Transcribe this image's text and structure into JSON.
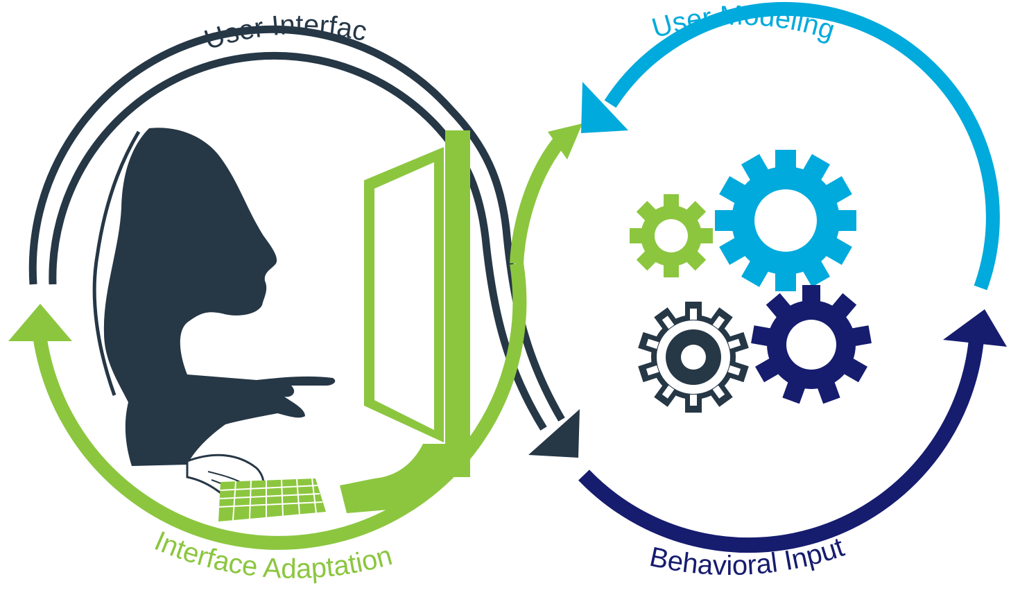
{
  "labels": {
    "user_interface": "User Interface",
    "user_modeling": "User Modeling",
    "interface_adaptation": "Interface Adaptation",
    "behavioral_input": "Behavioral Input"
  },
  "colors": {
    "dark_slate": "#263746",
    "green": "#8cc63f",
    "light_blue": "#00aadc",
    "navy": "#161c6e"
  },
  "icons": {
    "person": "user-silhouette-icon",
    "monitor": "computer-monitor-icon",
    "keyboard": "keyboard-icon",
    "gears": "gears-icon"
  }
}
